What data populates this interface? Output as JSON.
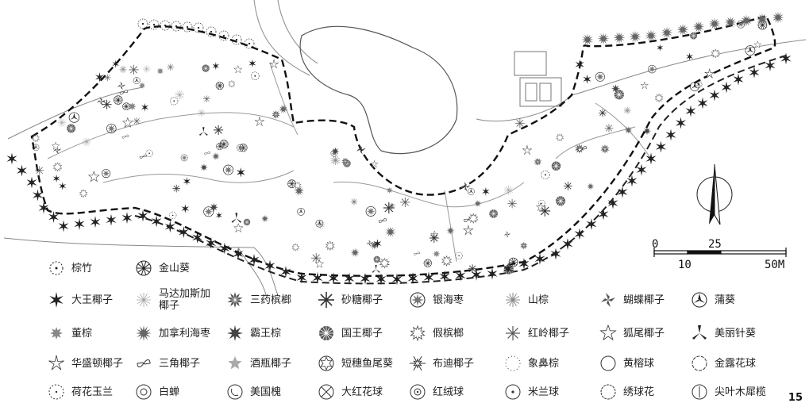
{
  "legend": [
    {
      "id": "palm-bamboo",
      "label": "棕竹",
      "symbol": "circle-dashed"
    },
    {
      "id": "jinshankui",
      "label": "金山葵",
      "symbol": "palm-fan"
    },
    {
      "id": "dawangyezi",
      "label": "大王椰子",
      "symbol": "star-bold"
    },
    {
      "id": "madajiasijia",
      "label": "马达加斯加椰子",
      "symbol": "star-thin"
    },
    {
      "id": "sanyaobinlang",
      "label": "三药槟榔",
      "symbol": "burst"
    },
    {
      "id": "shatangyezi",
      "label": "砂糖椰子",
      "symbol": "fern"
    },
    {
      "id": "yinhaizao",
      "label": "银海枣",
      "symbol": "rosette"
    },
    {
      "id": "shanzong",
      "label": "山棕",
      "symbol": "star-gray"
    },
    {
      "id": "hudieyezi",
      "label": "蝴蝶椰子",
      "symbol": "pinwheel"
    },
    {
      "id": "pukui",
      "label": "蒲葵",
      "symbol": "tri-circle"
    },
    {
      "id": "dongzong",
      "label": "董棕",
      "symbol": "flower-small"
    },
    {
      "id": "jianaliaizao",
      "label": "加拿利海枣",
      "symbol": "star-spiky"
    },
    {
      "id": "bawangzong",
      "label": "霸王棕",
      "symbol": "star-dark"
    },
    {
      "id": "guowangyezi",
      "label": "国王椰子",
      "symbol": "radial-dark"
    },
    {
      "id": "jiabinlang",
      "label": "假槟榔",
      "symbol": "swirl"
    },
    {
      "id": "honglingyezi",
      "label": "红岭椰子",
      "symbol": "asterisk"
    },
    {
      "id": "huweiyezi",
      "label": "狐尾椰子",
      "symbol": "star-outline"
    },
    {
      "id": "meilizhenkui",
      "label": "美丽针葵",
      "symbol": "tri-blade"
    },
    {
      "id": "huashengdun",
      "label": "华盛顿椰子",
      "symbol": "star-curl"
    },
    {
      "id": "sanjiaoyezi",
      "label": "三角椰子",
      "symbol": "tri-leaf"
    },
    {
      "id": "jiupingyezi",
      "label": "酒瓶椰子",
      "symbol": "star-soft"
    },
    {
      "id": "duansuiyuweikui",
      "label": "短穗鱼尾葵",
      "symbol": "flower-big"
    },
    {
      "id": "budiyezi",
      "label": "布迪椰子",
      "symbol": "star-slim"
    },
    {
      "id": "xiangbizong",
      "label": "象鼻棕",
      "symbol": "circle-dots"
    },
    {
      "id": "huangrongqiu",
      "label": "黄榕球",
      "symbol": "circle-plain"
    },
    {
      "id": "jinluhuaqiu",
      "label": "金露花球",
      "symbol": "circle-wavy"
    },
    {
      "id": "hehuayulan",
      "label": "荷花玉兰",
      "symbol": "circle-dot-center"
    },
    {
      "id": "baichan",
      "label": "白蝉",
      "symbol": "circle-petal"
    },
    {
      "id": "meiguohuai",
      "label": "美国槐",
      "symbol": "circle-inner"
    },
    {
      "id": "dahonghuaqiu",
      "label": "大红花球",
      "symbol": "circle-slash"
    },
    {
      "id": "hongrongqiu",
      "label": "红绒球",
      "symbol": "circle-ring"
    },
    {
      "id": "milanqiu",
      "label": "米兰球",
      "symbol": "circle-center"
    },
    {
      "id": "xiuqiuhua",
      "label": "绣球花",
      "symbol": "circle-scallop"
    },
    {
      "id": "jianyemuxilan",
      "label": "尖叶木犀榄",
      "symbol": "circle-line"
    }
  ],
  "scale_bar": {
    "labels": [
      "0",
      "25",
      "10",
      "50M"
    ]
  },
  "page_number": "15",
  "colors": {
    "line": "#333333",
    "boundary": "#111111",
    "road": "#777777",
    "tree_dark": "#444444",
    "tree_light": "#999999"
  }
}
